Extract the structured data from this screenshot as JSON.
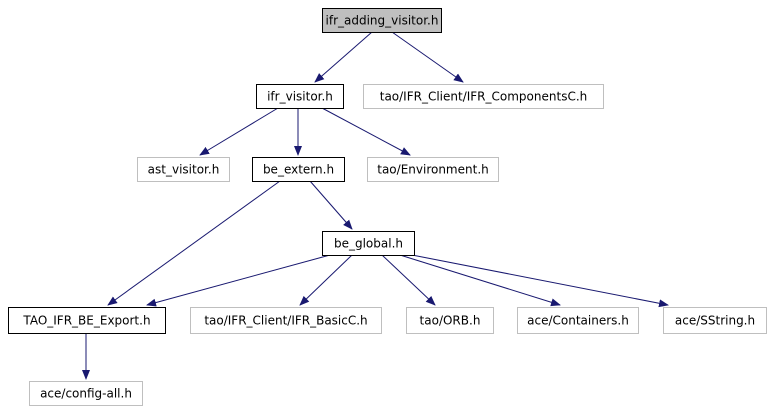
{
  "colors": {
    "edge": "#191970",
    "root_fill": "#bfbfbf",
    "box_border": "#000000",
    "missing_border": "#bfbfbf",
    "box_fill": "#ffffff"
  },
  "nodes": [
    {
      "id": "ifr_adding_visitor",
      "label": "ifr_adding_visitor.h",
      "kind": "root"
    },
    {
      "id": "ifr_visitor",
      "label": "ifr_visitor.h",
      "kind": "box"
    },
    {
      "id": "ifr_componentsc",
      "label": "tao/IFR_Client/IFR_ComponentsC.h",
      "kind": "missing"
    },
    {
      "id": "ast_visitor",
      "label": "ast_visitor.h",
      "kind": "missing"
    },
    {
      "id": "be_extern",
      "label": "be_extern.h",
      "kind": "box"
    },
    {
      "id": "environment",
      "label": "tao/Environment.h",
      "kind": "missing"
    },
    {
      "id": "be_global",
      "label": "be_global.h",
      "kind": "box"
    },
    {
      "id": "tao_ifr_be_export",
      "label": "TAO_IFR_BE_Export.h",
      "kind": "box"
    },
    {
      "id": "ifr_basicc",
      "label": "tao/IFR_Client/IFR_BasicC.h",
      "kind": "missing"
    },
    {
      "id": "orb",
      "label": "tao/ORB.h",
      "kind": "missing"
    },
    {
      "id": "containers",
      "label": "ace/Containers.h",
      "kind": "missing"
    },
    {
      "id": "sstring",
      "label": "ace/SString.h",
      "kind": "missing"
    },
    {
      "id": "config_all",
      "label": "ace/config-all.h",
      "kind": "missing"
    }
  ],
  "edges": [
    {
      "from": "ifr_adding_visitor",
      "to": "ifr_visitor"
    },
    {
      "from": "ifr_adding_visitor",
      "to": "ifr_componentsc"
    },
    {
      "from": "ifr_visitor",
      "to": "ast_visitor"
    },
    {
      "from": "ifr_visitor",
      "to": "be_extern"
    },
    {
      "from": "ifr_visitor",
      "to": "environment"
    },
    {
      "from": "be_extern",
      "to": "tao_ifr_be_export"
    },
    {
      "from": "be_extern",
      "to": "be_global"
    },
    {
      "from": "be_global",
      "to": "tao_ifr_be_export"
    },
    {
      "from": "be_global",
      "to": "ifr_basicc"
    },
    {
      "from": "be_global",
      "to": "orb"
    },
    {
      "from": "be_global",
      "to": "containers"
    },
    {
      "from": "be_global",
      "to": "sstring"
    },
    {
      "from": "tao_ifr_be_export",
      "to": "config_all"
    }
  ]
}
